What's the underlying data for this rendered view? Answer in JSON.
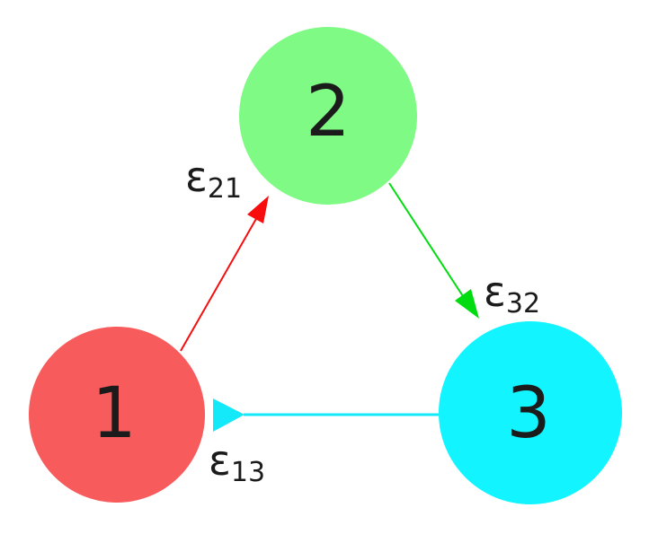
{
  "figure": {
    "background": "#ffffff",
    "text_color": "#1b1b1b",
    "description": "Directed three-node coupling graph with epsilon edge labels"
  },
  "nodes": [
    {
      "id": "1",
      "label": "1",
      "color": "#f85b5b",
      "position": "bottom-left"
    },
    {
      "id": "2",
      "label": "2",
      "color": "#7ffa85",
      "position": "top-center"
    },
    {
      "id": "3",
      "label": "3",
      "color": "#12f4ff",
      "position": "bottom-right"
    }
  ],
  "edges": [
    {
      "from": "1",
      "to": "2",
      "color": "#f70d0d",
      "label_base": "ε",
      "label_sub": "21"
    },
    {
      "from": "2",
      "to": "3",
      "color": "#00dc10",
      "label_base": "ε",
      "label_sub": "32"
    },
    {
      "from": "3",
      "to": "1",
      "color": "#14e9f9",
      "label_base": "ε",
      "label_sub": "13"
    }
  ]
}
